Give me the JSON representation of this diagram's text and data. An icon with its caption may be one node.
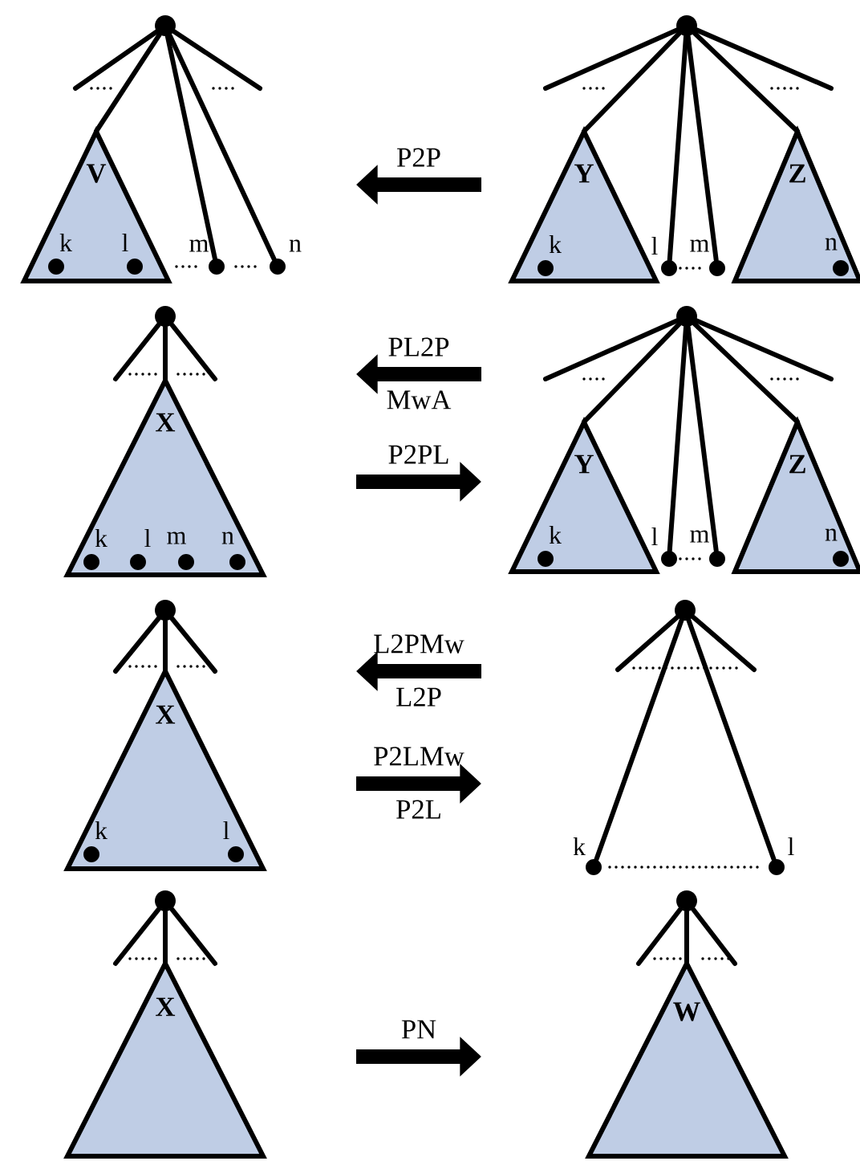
{
  "diagram": {
    "nodes": [
      {
        "text": [],
        "shape": "circle"
      },
      {
        "text": [
          "V",
          "k",
          "l"
        ]
      },
      {
        "text": [],
        "shape": "circle",
        "beside": [
          "m"
        ]
      },
      {
        "text": [],
        "shape": "circle",
        "beside": [
          "n"
        ]
      },
      {
        "text": [],
        "shape": "circle"
      },
      {
        "text": [
          "Y",
          "k"
        ]
      },
      {
        "text": [],
        "shape": "circle",
        "beside": [
          "l"
        ]
      },
      {
        "text": [],
        "shape": "circle",
        "beside": [
          "m"
        ]
      },
      {
        "text": [
          "Z",
          "n"
        ]
      },
      {
        "text": [],
        "shape": "circle"
      },
      {
        "text": [
          "X",
          "k",
          "l",
          "m",
          "n"
        ]
      },
      {
        "text": [],
        "shape": "circle"
      },
      {
        "text": [
          "Y",
          "k"
        ]
      },
      {
        "text": [],
        "shape": "circle",
        "beside": [
          "l"
        ]
      },
      {
        "text": [],
        "shape": "circle",
        "beside": [
          "m"
        ]
      },
      {
        "text": [
          "Z",
          "n"
        ]
      },
      {
        "text": [],
        "shape": "circle"
      },
      {
        "text": [
          "X",
          "k",
          "l"
        ]
      },
      {
        "text": [],
        "shape": "circle"
      },
      {
        "text": [],
        "shape": "circle",
        "beside": [
          "k"
        ]
      },
      {
        "text": [],
        "shape": "circle",
        "beside": [
          "l"
        ]
      },
      {
        "text": [],
        "shape": "circle"
      },
      {
        "text": [
          "X"
        ]
      },
      {
        "text": [],
        "shape": "circle"
      },
      {
        "text": [
          "W"
        ]
      }
    ],
    "edges": [
      {
        "from": 0,
        "to": 1,
        "arrow": "none"
      },
      {
        "from": 0,
        "to": 2,
        "arrow": "none"
      },
      {
        "from": 0,
        "to": 3,
        "arrow": "none"
      },
      {
        "from": 0,
        "to": null,
        "arrow": "none"
      },
      {
        "from": 0,
        "to": null,
        "arrow": "none"
      },
      {
        "from": 4,
        "to": 5,
        "arrow": "none"
      },
      {
        "from": 4,
        "to": 6,
        "arrow": "none"
      },
      {
        "from": 4,
        "to": 7,
        "arrow": "none"
      },
      {
        "from": 4,
        "to": 8,
        "arrow": "none"
      },
      {
        "from": 4,
        "to": null,
        "arrow": "none"
      },
      {
        "from": 4,
        "to": null,
        "arrow": "none"
      },
      {
        "from": 9,
        "to": 10,
        "arrow": "none"
      },
      {
        "from": 9,
        "to": null,
        "arrow": "none"
      },
      {
        "from": 9,
        "to": null,
        "arrow": "none"
      },
      {
        "from": 11,
        "to": 12,
        "arrow": "none"
      },
      {
        "from": 11,
        "to": 13,
        "arrow": "none"
      },
      {
        "from": 11,
        "to": 14,
        "arrow": "none"
      },
      {
        "from": 11,
        "to": 15,
        "arrow": "none"
      },
      {
        "from": 11,
        "to": null,
        "arrow": "none"
      },
      {
        "from": 11,
        "to": null,
        "arrow": "none"
      },
      {
        "from": 16,
        "to": 17,
        "arrow": "none"
      },
      {
        "from": 16,
        "to": null,
        "arrow": "none"
      },
      {
        "from": 16,
        "to": null,
        "arrow": "none"
      },
      {
        "from": 18,
        "to": 19,
        "arrow": "none"
      },
      {
        "from": 18,
        "to": 20,
        "arrow": "none"
      },
      {
        "from": 18,
        "to": null,
        "arrow": "none"
      },
      {
        "from": 18,
        "to": null,
        "arrow": "none"
      },
      {
        "from": 21,
        "to": 22,
        "arrow": "none"
      },
      {
        "from": 21,
        "to": null,
        "arrow": "none"
      },
      {
        "from": 21,
        "to": null,
        "arrow": "none"
      },
      {
        "from": 23,
        "to": 24,
        "arrow": "none"
      },
      {
        "from": 23,
        "to": null,
        "arrow": "none"
      },
      {
        "from": 23,
        "to": null,
        "arrow": "none"
      }
    ],
    "labels": [
      "P2P",
      "PL2P",
      "MwA",
      "P2PL",
      "L2PMw",
      "L2P",
      "P2LMw",
      "P2L",
      "PN"
    ]
  }
}
